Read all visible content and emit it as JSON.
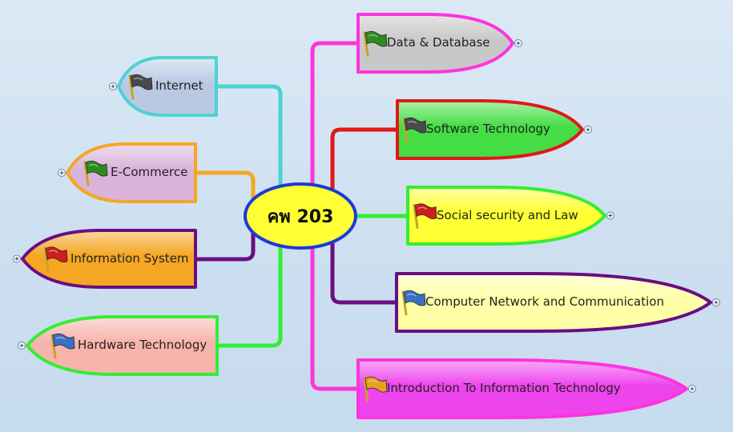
{
  "center": {
    "label": "คพ 203"
  },
  "topics": [
    {
      "id": "internet",
      "label": "Internet",
      "flag_color": "#4a4a4a",
      "fill_color": "#b9c9e4",
      "border_color": "#4dd2d2"
    },
    {
      "id": "ecommerce",
      "label": "E-Commerce",
      "flag_color": "#2e8b22",
      "fill_color": "#d9b3d9",
      "border_color": "#f5a623"
    },
    {
      "id": "infosys",
      "label": "Information System",
      "flag_color": "#cc1f1f",
      "fill_color": "#f5a623",
      "border_color": "#6a0d83"
    },
    {
      "id": "hardware",
      "label": "Hardware Technology",
      "flag_color": "#3b6fc2",
      "fill_color": "#f7b3ac",
      "border_color": "#33ee33"
    },
    {
      "id": "data",
      "label": "Data & Database",
      "flag_color": "#2e8b22",
      "fill_color": "#c8c8c8",
      "border_color": "#ff33dd"
    },
    {
      "id": "software",
      "label": "Software Technology",
      "flag_color": "#4a4a4a",
      "fill_color": "#44dd44",
      "border_color": "#e01818"
    },
    {
      "id": "social",
      "label": "Social security and Law",
      "flag_color": "#cc1f1f",
      "fill_color": "#ffff33",
      "border_color": "#33ee33"
    },
    {
      "id": "network",
      "label": "Computer Network and Communication",
      "flag_color": "#3b6fc2",
      "fill_color": "#ffffa8",
      "border_color": "#6a0d83"
    },
    {
      "id": "intro",
      "label": "Introduction  To  Information  Technology",
      "flag_color": "#e8a020",
      "fill_color": "#ee44ee",
      "border_color": "#ff33dd"
    }
  ],
  "icons": {
    "flag": "flag-icon",
    "expand": "expand-plus-icon"
  }
}
